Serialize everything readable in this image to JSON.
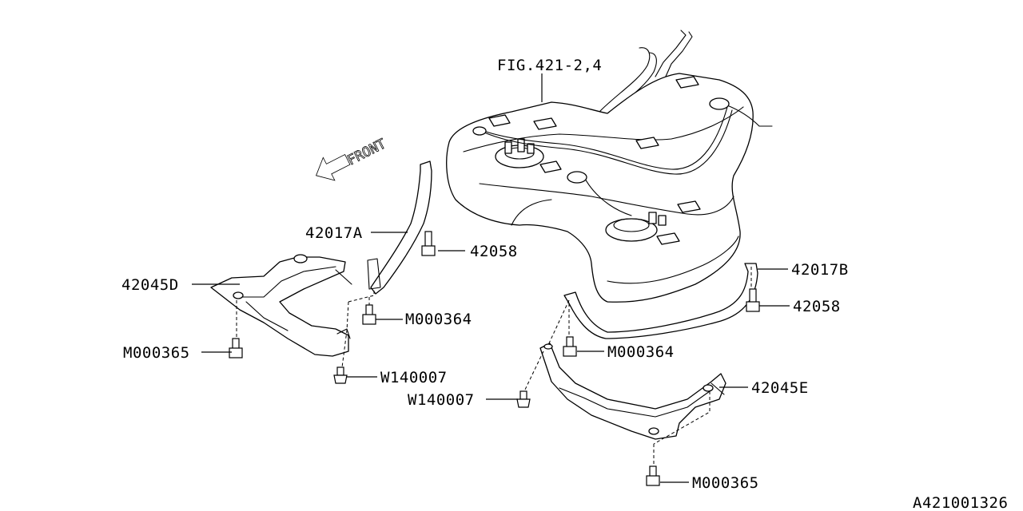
{
  "callouts": {
    "fig_ref": "FIG.421-2,4",
    "p42017a": "42017A",
    "p42058_left": "42058",
    "p42045d": "42045D",
    "m000364_left": "M000364",
    "m000365_left": "M000365",
    "w140007_left": "W140007",
    "p42017b": "42017B",
    "p42058_right": "42058",
    "m000364_right": "M000364",
    "w140007_right": "W140007",
    "p42045e": "42045E",
    "m000365_right": "M000365"
  },
  "front_label": "FRONT",
  "diagram_id": "A421001326"
}
